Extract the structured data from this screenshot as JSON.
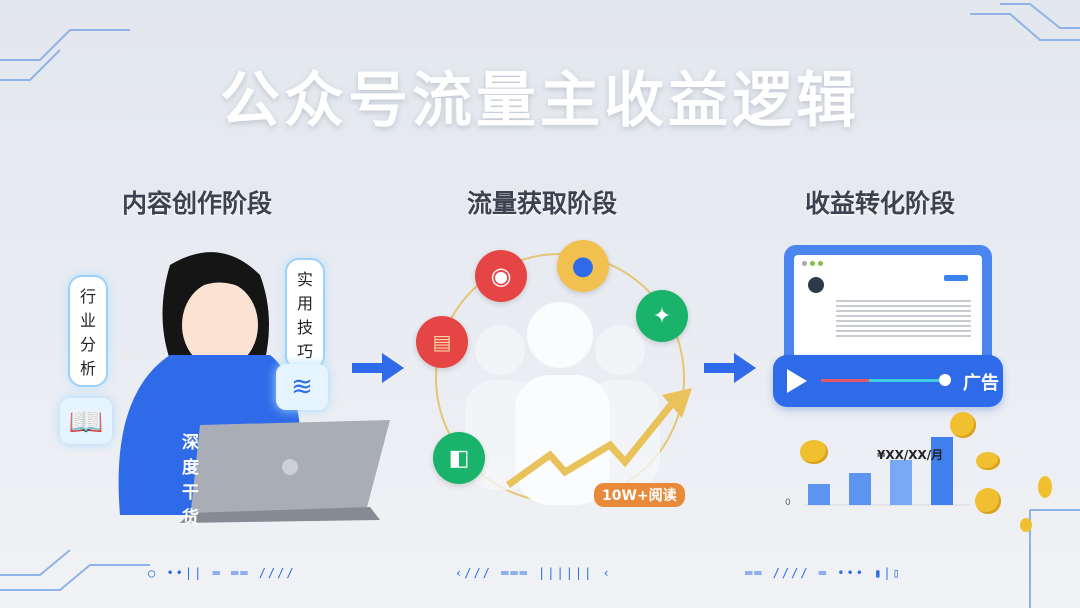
{
  "title": "公众号流量主收益逻辑",
  "stages": [
    {
      "label": "内容创作阶段",
      "bubbles": [
        "行业分析",
        "实用技巧"
      ],
      "hoodie_text": "深度干货"
    },
    {
      "label": "流量获取阶段",
      "badge": "10W+阅读"
    },
    {
      "label": "收益转化阶段",
      "ad_label": "广告",
      "revenue_label": "¥XX/XX/月",
      "y_ticks": [
        "0"
      ]
    }
  ],
  "colors": {
    "accent": "#2f6be8",
    "badge": "#e88a3a",
    "weibo": "#e64545",
    "person": "#f2c04e",
    "green": "#19b36b",
    "gold": "#f0c030"
  },
  "icons": [
    "book-icon",
    "document-icon",
    "weibo-icon",
    "person-icon",
    "bird-icon",
    "note-icon",
    "megaphone-icon",
    "play-icon",
    "coin-icon"
  ]
}
